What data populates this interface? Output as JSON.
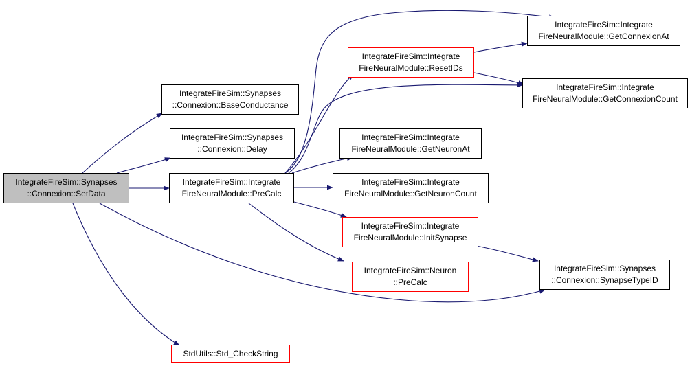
{
  "colors": {
    "edge": "#191970",
    "border_default": "#000000",
    "border_truncated": "#ff0000",
    "current_fill": "#bfbfbf"
  },
  "nodes": {
    "set_data": {
      "line1": "IntegrateFireSim::Synapses",
      "line2": "::Connexion::SetData"
    },
    "base_conductance": {
      "line1": "IntegrateFireSim::Synapses",
      "line2": "::Connexion::BaseConductance"
    },
    "delay": {
      "line1": "IntegrateFireSim::Synapses",
      "line2": "::Connexion::Delay"
    },
    "pre_calc_module": {
      "line1": "IntegrateFireSim::Integrate",
      "line2": "FireNeuralModule::PreCalc"
    },
    "check_string": {
      "line1": "StdUtils::Std_CheckString"
    },
    "reset_ids": {
      "line1": "IntegrateFireSim::Integrate",
      "line2": "FireNeuralModule::ResetIDs"
    },
    "get_neuron_at": {
      "line1": "IntegrateFireSim::Integrate",
      "line2": "FireNeuralModule::GetNeuronAt"
    },
    "get_neuron_count": {
      "line1": "IntegrateFireSim::Integrate",
      "line2": "FireNeuralModule::GetNeuronCount"
    },
    "init_synapse": {
      "line1": "IntegrateFireSim::Integrate",
      "line2": "FireNeuralModule::InitSynapse"
    },
    "neuron_pre_calc": {
      "line1": "IntegrateFireSim::Neuron",
      "line2": "::PreCalc"
    },
    "get_connexion_at": {
      "line1": "IntegrateFireSim::Integrate",
      "line2": "FireNeuralModule::GetConnexionAt"
    },
    "get_connexion_count": {
      "line1": "IntegrateFireSim::Integrate",
      "line2": "FireNeuralModule::GetConnexionCount"
    },
    "synapse_type_id": {
      "line1": "IntegrateFireSim::Synapses",
      "line2": "::Connexion::SynapseTypeID"
    }
  }
}
